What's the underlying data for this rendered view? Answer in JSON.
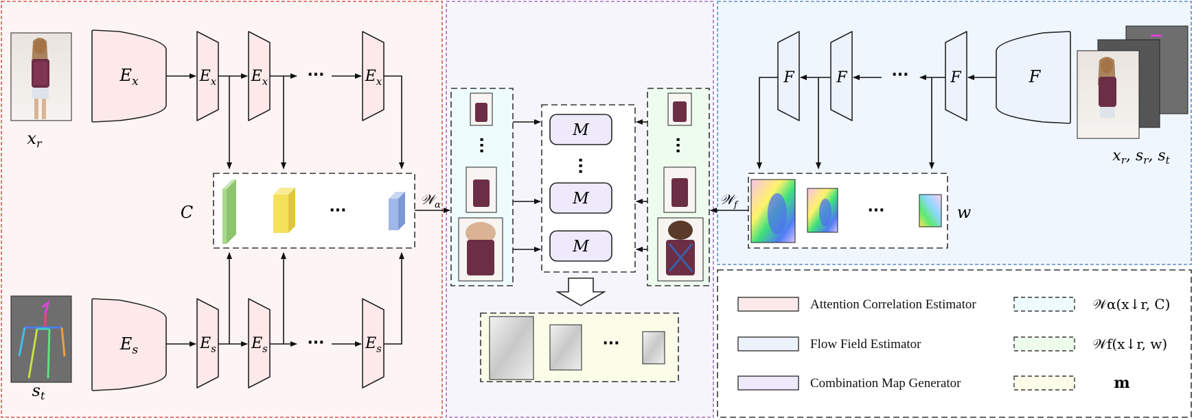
{
  "colors": {
    "attention_bg": "#fdf5f4",
    "attention_border": "#d9534f",
    "combination_bg": "#f6f5fc",
    "combination_border": "#a070c0",
    "flow_bg": "#eff6fe",
    "flow_border": "#5b8bc7",
    "attention_block": "#fde9e9",
    "flow_block": "#ecf3fd",
    "m_block": "#eeeafb",
    "wa_fill": "#effcfd",
    "wf_fill": "#eefcee",
    "m_fill": "#fbfde9",
    "cube_green": "#a9d98d",
    "cube_yellow": "#f5e05a",
    "cube_blue": "#9fb6e8"
  },
  "icons": [
    "person-image-icon",
    "pose-skeleton-icon",
    "feature-cube-icon",
    "flow-field-icon",
    "mask-image-icon",
    "down-arrow-icon"
  ],
  "attention": {
    "encoder_x": "E",
    "sub_x": "x",
    "encoder_s": "E",
    "sub_s": "s",
    "label_xr": "x",
    "label_xr_sub": "r",
    "label_st": "s",
    "label_st_sub": "t",
    "label_c": "C",
    "dots": "···"
  },
  "middle": {
    "m_label": "M",
    "dots": "···",
    "wa_symbol": "𝒲",
    "wa_sub": "α",
    "wf_symbol": "𝒲",
    "wf_sub": "f"
  },
  "flow": {
    "f_label": "F",
    "dots": "···",
    "label_w": "w",
    "inputs_label": "x",
    "inputs_sub_r": "r",
    "inputs_s": "s",
    "inputs_sub_r2": "r",
    "inputs_s2": "s",
    "inputs_sub_t": "t",
    "sep": ", "
  },
  "legend": {
    "items": [
      {
        "label": "Attention Correlation Estimator"
      },
      {
        "label": "Flow Field Estimator"
      },
      {
        "label": "Combination Map Generator"
      }
    ],
    "formula_wa": "𝒲α(x↓r, C)",
    "formula_wf": "𝒲f(x↓r, w)",
    "formula_m": "m"
  }
}
